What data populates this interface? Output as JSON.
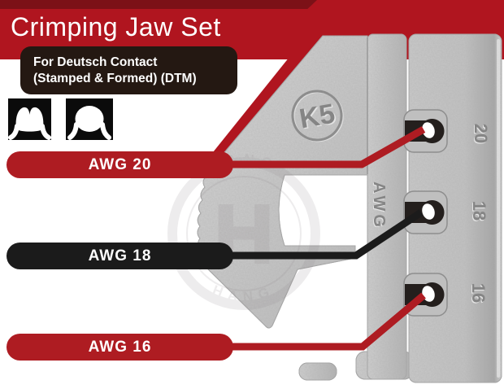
{
  "header": {
    "title": "Crimping Jaw Set",
    "subtitle_lines": [
      "For Deutsch Contact",
      "(Stamped & Formed) (DTM)"
    ]
  },
  "profile_icons": [
    {
      "name": "open-barrel-crimp-profile-icon"
    },
    {
      "name": "closed-round-crimp-profile-icon"
    }
  ],
  "callouts": [
    {
      "label": "AWG 20",
      "color": "#ae1c22"
    },
    {
      "label": "AWG 18",
      "color": "#1b1b1b"
    },
    {
      "label": "AWG 16",
      "color": "#ae1c22"
    }
  ],
  "jaw": {
    "stamp": "K5",
    "side_label": "AWG",
    "slot_numbers": [
      "20",
      "18",
      "16"
    ]
  },
  "watermark": {
    "ring_text": "HANG",
    "monogram": "H"
  },
  "colors": {
    "banner_red": "#b0151f",
    "banner_dark_red": "#7c1117",
    "callout_red": "#ae1c22",
    "callout_black": "#1b1b1b",
    "subtitle_box": "#241812",
    "metal_gray": "#c6c6c6"
  }
}
